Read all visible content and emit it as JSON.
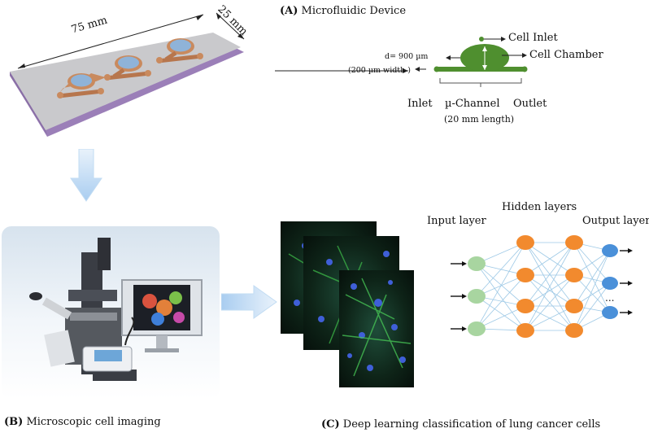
{
  "panelA": {
    "title_bold": "(A)",
    "title_text": "Microfluidic Device",
    "dim_length": "75 mm",
    "dim_width": "25 mm",
    "cell_inlet": "Cell Inlet",
    "cell_chamber": "Cell Chamber",
    "diameter": "d= 900 µm",
    "channel_width": "(200 µm width )",
    "inlet": "Inlet",
    "channel": "µ-Channel",
    "channel_length": "(20 mm length)",
    "outlet": "Outlet",
    "colors": {
      "chip_glass": "#c9c9cc",
      "chip_edge": "#9b7fb8",
      "channel": "#c98a5e",
      "chamber": "#8fb3d8",
      "schematic": "#4f8f2f"
    }
  },
  "panelB": {
    "title_bold": "(B)",
    "title_text": "Microscopic cell imaging"
  },
  "panelC": {
    "title_bold": "(C)",
    "title_text": "Deep learning classification of lung cancer cells",
    "input_layer": "Input layer",
    "hidden_layers": "Hidden layers",
    "output_layer": "Output layer",
    "ellipsis": "...",
    "colors": {
      "input": "#a8d5a0",
      "hidden": "#f28a2e",
      "output": "#4a90d9",
      "edges": "#9ec9e6"
    }
  },
  "arrows": {
    "color": "#b9d6f2"
  }
}
